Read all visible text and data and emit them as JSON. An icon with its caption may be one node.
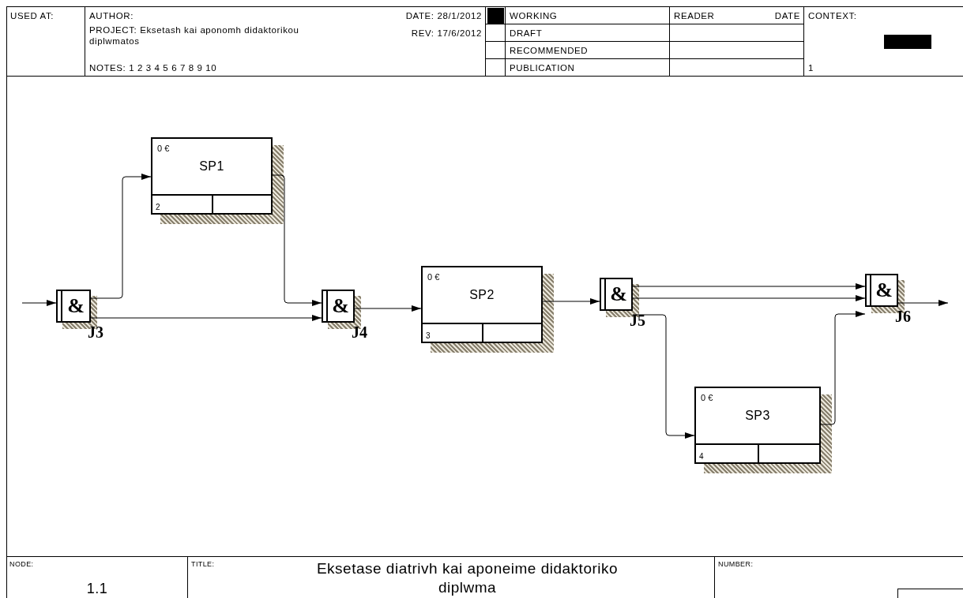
{
  "diagram": {
    "title": "Eksetase diatrivh kai aponeime didaktoriko diplwma",
    "nodes": [
      {
        "text": [
          "&"
        ],
        "beside": [
          "J3"
        ]
      },
      {
        "text": [
          "0 €",
          "SP1",
          "2"
        ]
      },
      {
        "text": [
          "&"
        ],
        "beside": [
          "J4"
        ]
      },
      {
        "text": [
          "0 €",
          "SP2",
          "3"
        ]
      },
      {
        "text": [
          "&"
        ],
        "beside": [
          "J5"
        ]
      },
      {
        "text": [
          "&"
        ],
        "beside": [
          "J6"
        ]
      },
      {
        "text": [
          "0 €",
          "SP3",
          "4"
        ]
      }
    ],
    "edges": [
      {
        "from": null,
        "to": 0,
        "arrow": "to"
      },
      {
        "from": 0,
        "to": 1,
        "arrow": "to"
      },
      {
        "from": 0,
        "to": 2,
        "arrow": "to"
      },
      {
        "from": 1,
        "to": 2,
        "arrow": "to"
      },
      {
        "from": 2,
        "to": 3,
        "arrow": "to"
      },
      {
        "from": 3,
        "to": 4,
        "arrow": "to"
      },
      {
        "from": 4,
        "to": 5,
        "arrow": "to"
      },
      {
        "from": 4,
        "to": 5,
        "arrow": "to"
      },
      {
        "from": 4,
        "to": 6,
        "arrow": "to"
      },
      {
        "from": 6,
        "to": 5,
        "arrow": "to"
      },
      {
        "from": 5,
        "to": null,
        "arrow": "to"
      }
    ],
    "labels": [
      "USED AT:",
      "AUTHOR:",
      "DATE: 28/1/2012",
      "PROJECT: Eksetash kai aponomh didaktorikou diplwmatos",
      "REV: 17/6/2012",
      "NOTES: 1 2 3 4 5 6 7 8 9 10",
      "WORKING",
      "READER",
      "DATE",
      "CONTEXT:",
      "DRAFT",
      "RECOMMENDED",
      "PUBLICATION",
      "1",
      "NODE:",
      "1.1",
      "TITLE:",
      "NUMBER:"
    ]
  }
}
